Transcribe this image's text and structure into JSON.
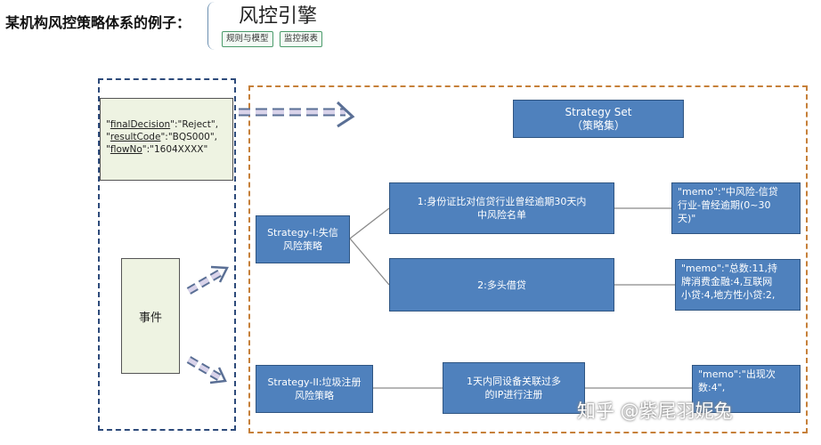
{
  "header": {
    "title": "某机构风控策略体系的例子：",
    "engine_title": "风控引擎",
    "tags": [
      "规则与模型",
      "监控报表"
    ]
  },
  "output": {
    "lines": [
      {
        "key": "finalDecision",
        "value": "\"Reject\","
      },
      {
        "key": "resultCode",
        "value": "\"BQS000\","
      },
      {
        "key": "flowNo",
        "value": "\"1604XXXX\""
      }
    ]
  },
  "event": {
    "label": "事件"
  },
  "strategy_set": {
    "line1": "Strategy Set",
    "line2": "（策略集）"
  },
  "strategy1": {
    "line1": "Strategy-I:失信",
    "line2": "风险策略"
  },
  "strategy2": {
    "line1": "Strategy-II:垃圾注册",
    "line2": "风险策略"
  },
  "rules": [
    {
      "line1": "1:身份证比对信贷行业曾经逾期30天内",
      "line2": "中风险名单"
    },
    {
      "line1": "2:多头借贷",
      "line2": ""
    },
    {
      "line1": "1天内同设备关联过多",
      "line2": "的IP进行注册"
    }
  ],
  "memos": [
    {
      "lines": [
        "\"memo\":\"中风险-信贷",
        "行业-曾经逾期(0~30",
        "天)\""
      ]
    },
    {
      "lines": [
        "\"memo\":\"总数:11,持",
        "牌消费金融:4,互联网",
        "小贷:4,地方性小贷:2,"
      ]
    },
    {
      "lines": [
        "\"memo\":\"出现次",
        "数:4\","
      ]
    }
  ],
  "watermark": "知乎 @紫尾羽妮兔",
  "colors": {
    "box_fill": "#4f81bd",
    "box_border": "#2f5582",
    "orange_dash": "#c6803a",
    "blue_dash": "#2d4a7a",
    "note_fill": "#eef3e2"
  }
}
